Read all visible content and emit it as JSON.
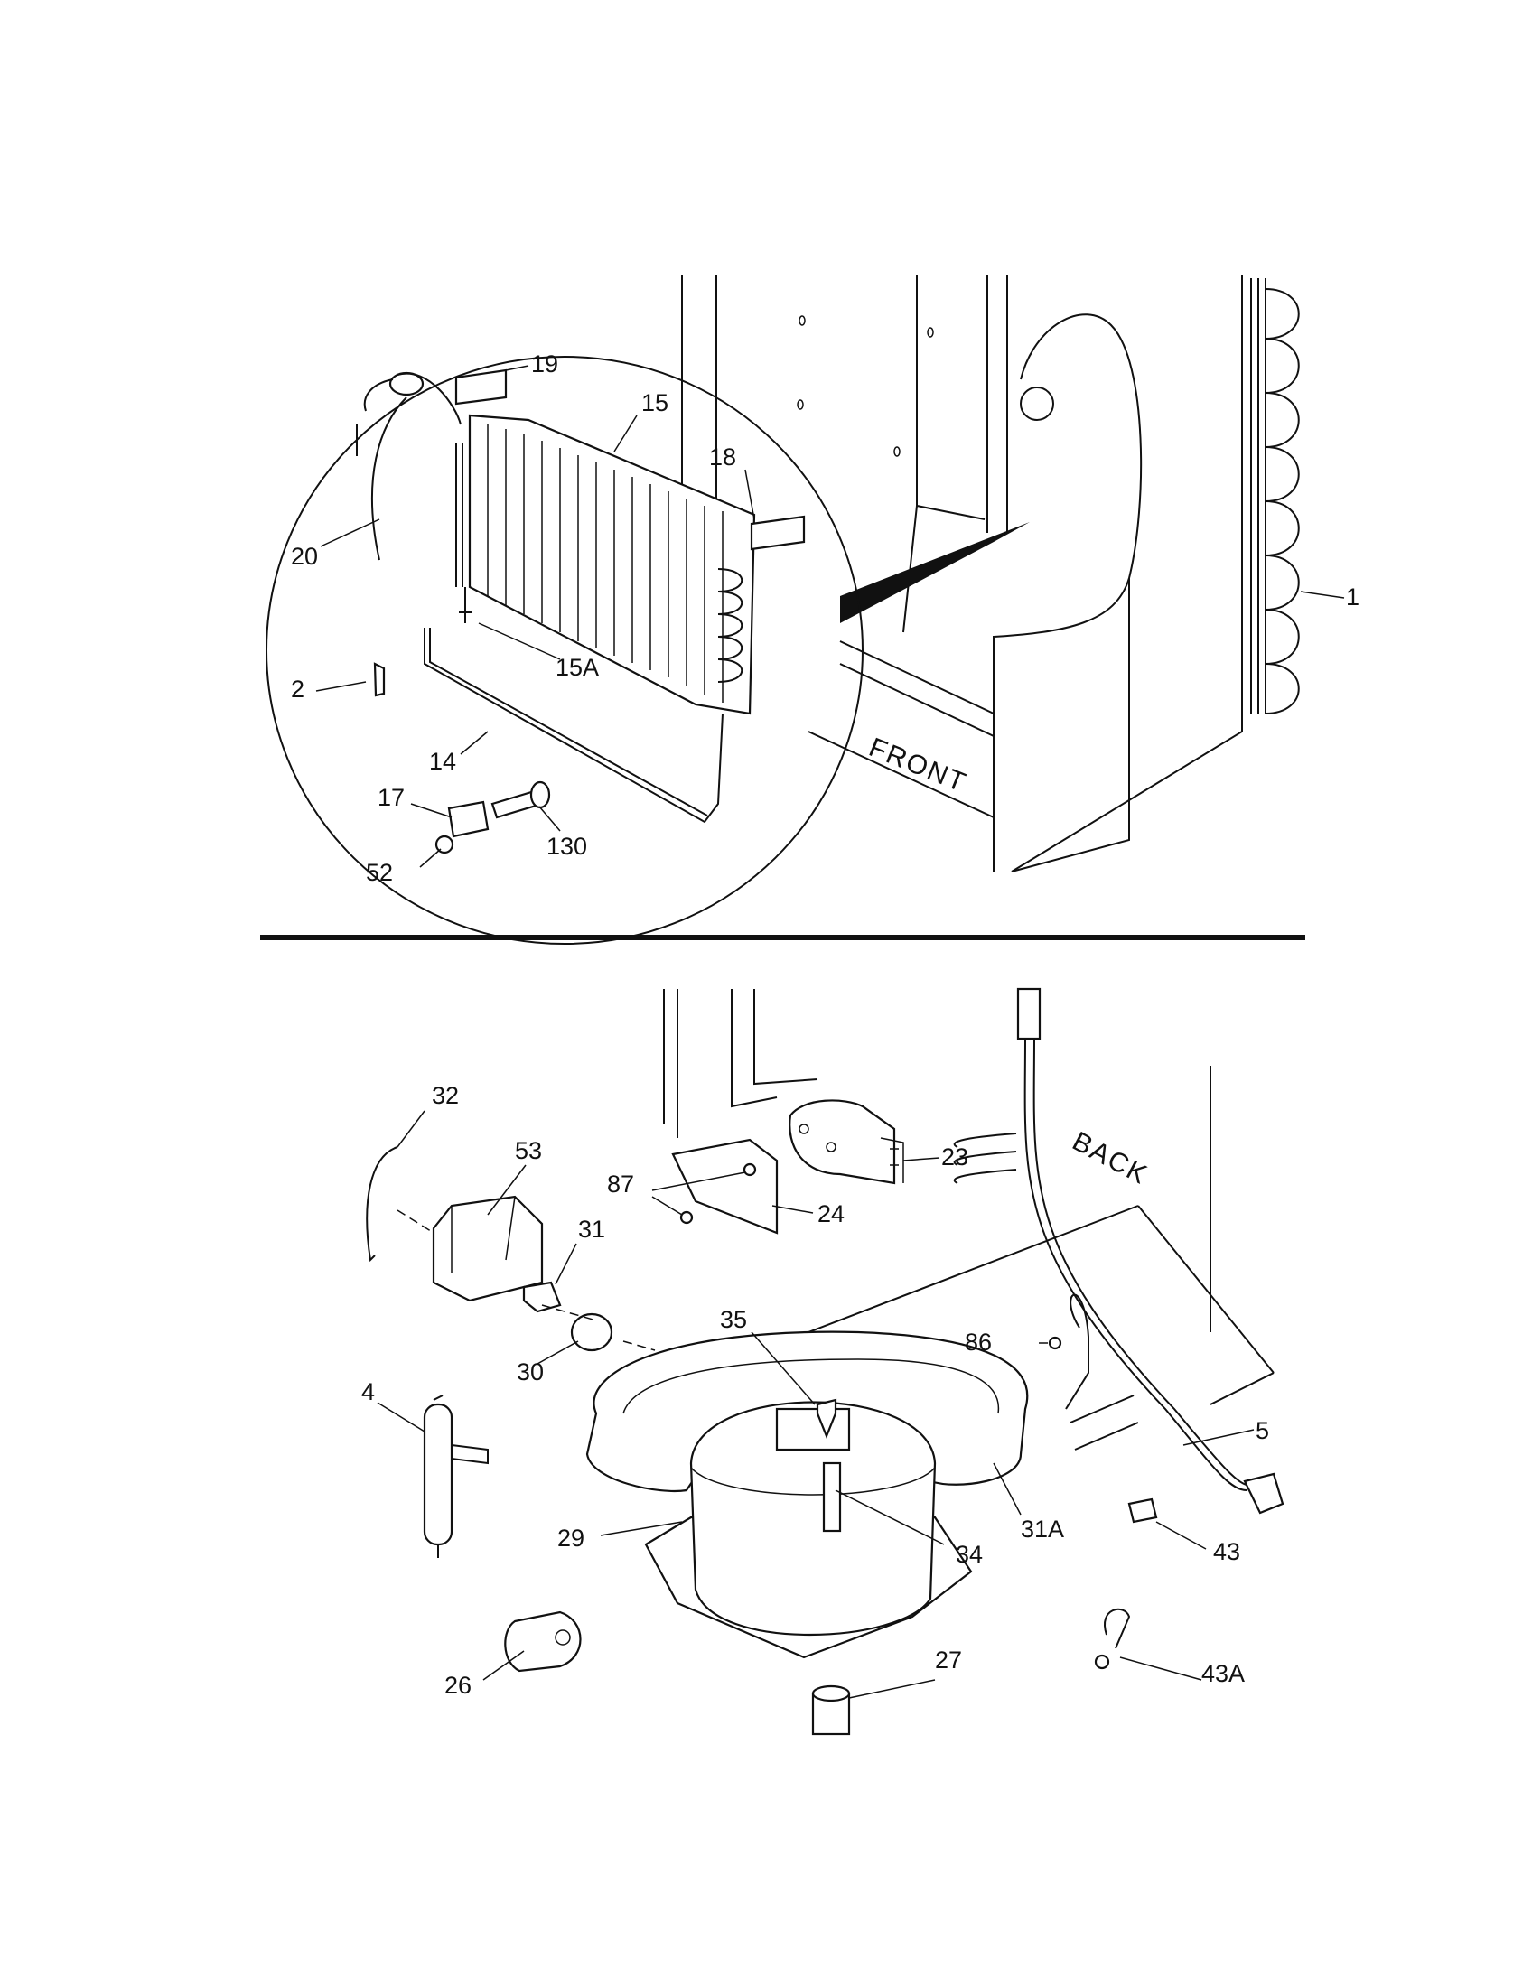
{
  "figure": {
    "top_callouts": [
      "19",
      "15",
      "18",
      "20",
      "15A",
      "2",
      "14",
      "17",
      "130",
      "52",
      "1"
    ],
    "top_words": [
      "FRONT"
    ],
    "bottom_callouts": [
      "32",
      "53",
      "87",
      "23",
      "24",
      "31",
      "30",
      "35",
      "86",
      "5",
      "4",
      "29",
      "34",
      "31A",
      "43",
      "26",
      "27",
      "43A"
    ],
    "bottom_words": [
      "BACK"
    ]
  },
  "labels": {
    "c1": "1",
    "c2": "2",
    "c4": "4",
    "c5": "5",
    "c14": "14",
    "c15": "15",
    "c15A": "15A",
    "c17": "17",
    "c18": "18",
    "c19": "19",
    "c20": "20",
    "c23": "23",
    "c24": "24",
    "c26": "26",
    "c27": "27",
    "c29": "29",
    "c30": "30",
    "c31": "31",
    "c31A": "31A",
    "c32": "32",
    "c34": "34",
    "c35": "35",
    "c43": "43",
    "c43A": "43A",
    "c52": "52",
    "c53": "53",
    "c86": "86",
    "c87": "87",
    "c130": "130",
    "front": "FRONT",
    "back": "BACK"
  }
}
